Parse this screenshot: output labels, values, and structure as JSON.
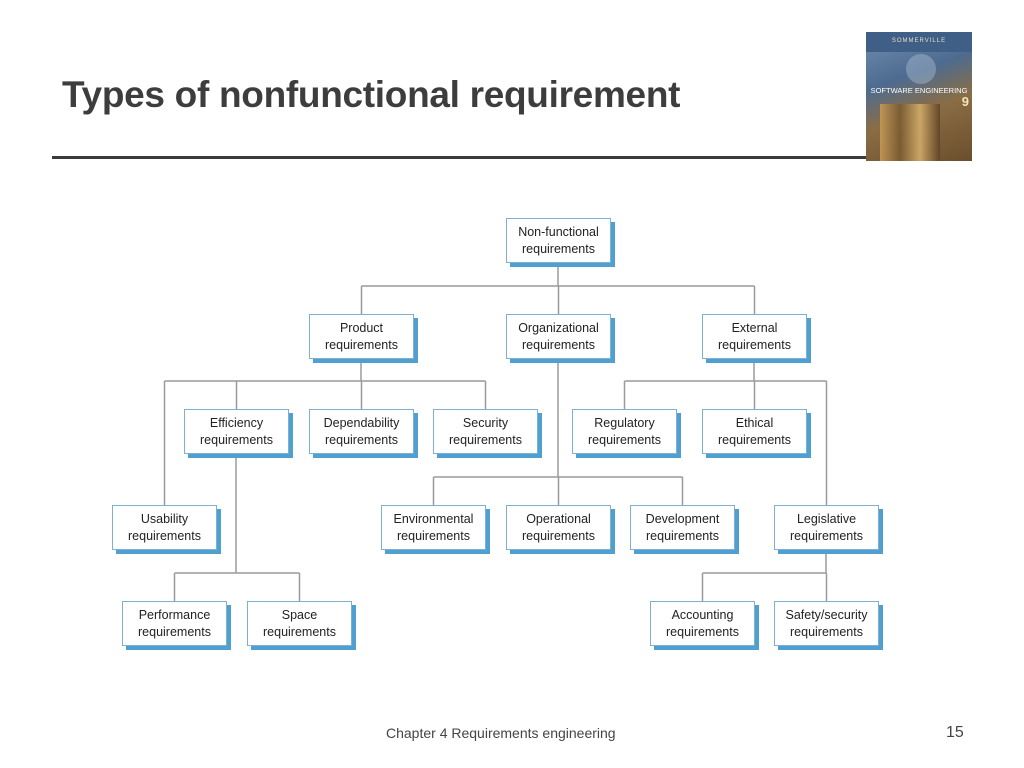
{
  "slide": {
    "title": "Types of nonfunctional requirement",
    "footer": "Chapter 4 Requirements engineering",
    "page_number": "15"
  },
  "book_cover": {
    "author": "SOMMERVILLE",
    "title": "SOFTWARE ENGINEERING",
    "edition": "9"
  },
  "colors": {
    "title_text": "#3d3d3d",
    "node_border": "#7fb0d3",
    "node_shadow": "#4f9fd1",
    "connector": "#9a9a9a"
  },
  "diagram": {
    "nodes": {
      "nonfunctional": "Non-functional requirements",
      "product": "Product requirements",
      "organizational": "Organizational requirements",
      "external": "External requirements",
      "efficiency": "Efficiency requirements",
      "dependability": "Dependability requirements",
      "security": "Security requirements",
      "regulatory": "Regulatory requirements",
      "ethical": "Ethical requirements",
      "usability": "Usability requirements",
      "environmental": "Environmental requirements",
      "operational": "Operational requirements",
      "development": "Development requirements",
      "legislative": "Legislative requirements",
      "performance": "Performance requirements",
      "space": "Space requirements",
      "accounting": "Accounting requirements",
      "safety_security": "Safety/security requirements"
    },
    "edges": [
      [
        "nonfunctional",
        "product"
      ],
      [
        "nonfunctional",
        "organizational"
      ],
      [
        "nonfunctional",
        "external"
      ],
      [
        "product",
        "usability"
      ],
      [
        "product",
        "efficiency"
      ],
      [
        "product",
        "dependability"
      ],
      [
        "product",
        "security"
      ],
      [
        "efficiency",
        "performance"
      ],
      [
        "efficiency",
        "space"
      ],
      [
        "organizational",
        "environmental"
      ],
      [
        "organizational",
        "operational"
      ],
      [
        "organizational",
        "development"
      ],
      [
        "external",
        "regulatory"
      ],
      [
        "external",
        "ethical"
      ],
      [
        "external",
        "legislative"
      ],
      [
        "legislative",
        "accounting"
      ],
      [
        "legislative",
        "safety_security"
      ]
    ]
  }
}
